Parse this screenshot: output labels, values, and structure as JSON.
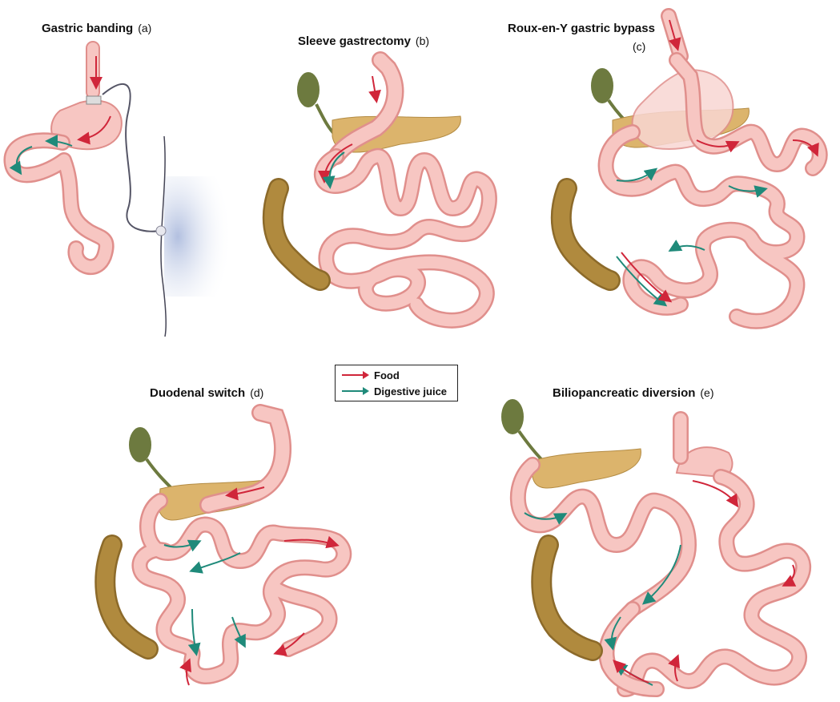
{
  "panels": [
    {
      "id": "a",
      "title": "Gastric banding",
      "tag": "(a)"
    },
    {
      "id": "b",
      "title": "Sleeve gastrectomy",
      "tag": "(b)"
    },
    {
      "id": "c",
      "title": "Roux-en-Y gastric bypass",
      "tag": "(c)"
    },
    {
      "id": "d",
      "title": "Duodenal switch",
      "tag": "(d)"
    },
    {
      "id": "e",
      "title": "Biliopancreatic diversion",
      "tag": "(e)"
    }
  ],
  "legend": {
    "food": "Food",
    "digestive_juice": "Digestive juice"
  },
  "colors": {
    "food_arrow": "#d0263a",
    "juice_arrow": "#1f8a7a",
    "intestine_fill": "#f7c6c2",
    "intestine_edge": "#e08f8c",
    "pancreas": "#dcb46c",
    "gallbladder": "#6d7a3f",
    "colon": "#b08a3e"
  }
}
